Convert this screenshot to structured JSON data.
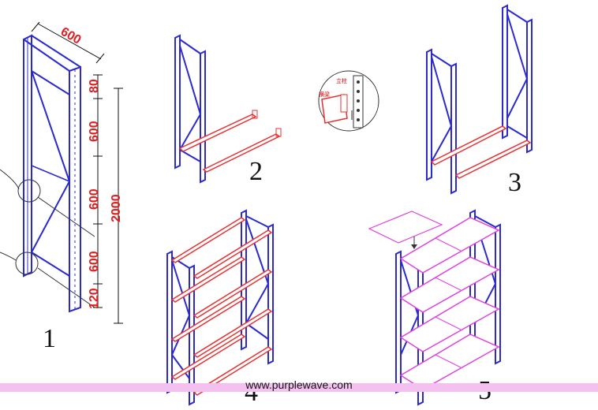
{
  "colors": {
    "upright": "#2a2ad0",
    "beam": "#e83030",
    "panel": "#e040e0",
    "dimension": "#e02020",
    "watermark_band": "#f4c0f0"
  },
  "steps": [
    {
      "number": "1"
    },
    {
      "number": "2"
    },
    {
      "number": "3"
    },
    {
      "number": "4"
    },
    {
      "number": "5"
    }
  ],
  "dimensions": {
    "frame_depth": "600",
    "top_offset": "80",
    "spacing_1": "600",
    "spacing_2": "600",
    "spacing_3": "600",
    "bottom_offset": "120",
    "total_height": "2000"
  },
  "callout": {
    "label_upright": "立柱",
    "label_beam": "横梁"
  },
  "watermark": "www.purplewave.com"
}
